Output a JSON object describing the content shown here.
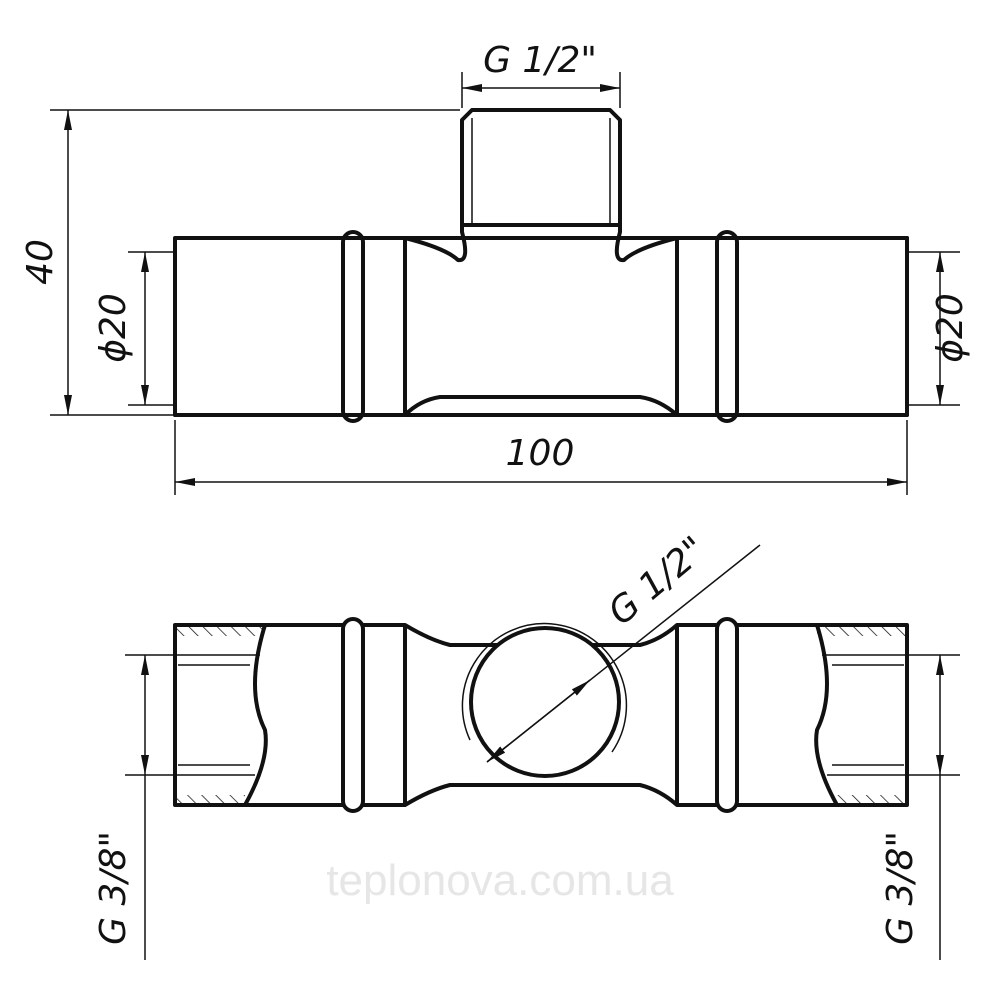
{
  "dimensions": {
    "top_branch_thread": "G 1/2\"",
    "height": "40",
    "left_diameter": "ϕ20",
    "right_diameter": "ϕ20",
    "length": "100",
    "bottom_branch_thread": "G 1/2\"",
    "left_thread": "G 3/8\"",
    "right_thread": "G 3/8\""
  },
  "watermark": "teplonova.com.ua"
}
